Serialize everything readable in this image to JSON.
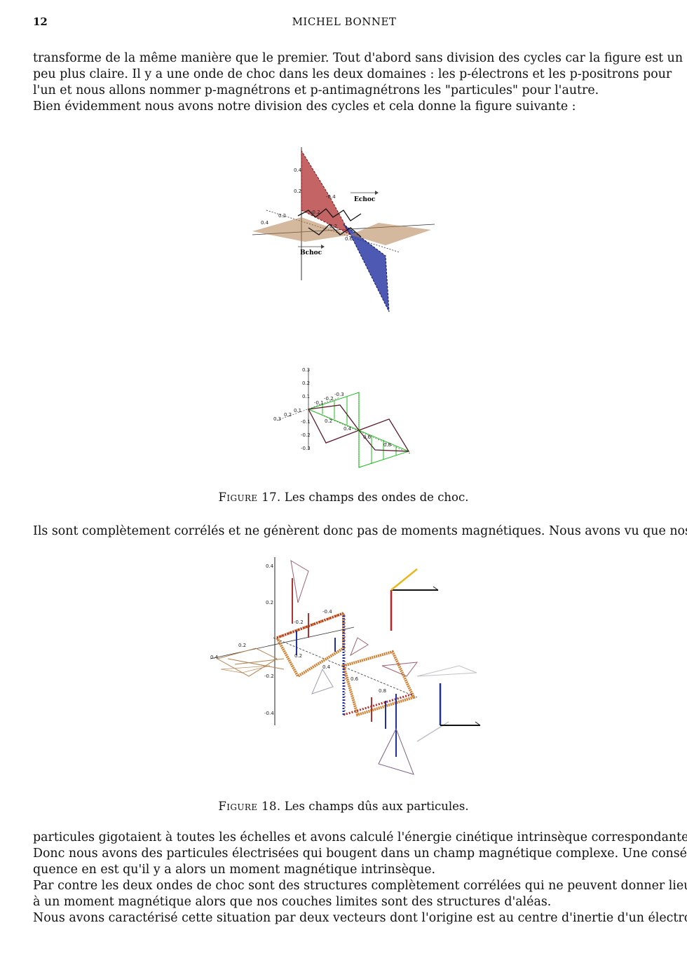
{
  "header": {
    "page_number": "12",
    "running_head": "MICHEL BONNET"
  },
  "paragraph1": [
    "transforme de la même manière que le premier. Tout d'abord sans division des cycles car la figure est un",
    "peu plus claire. Il y a une onde de choc dans les deux domaines : les p-électrons et les p-positrons pour",
    "l'un et nous allons nommer p-magnétrons et p-antimagnétrons les \"particules\" pour l'autre.",
    "Bien évidemment nous avons notre division des cycles et cela donne la figure suivante :"
  ],
  "figure17": {
    "label": "Figure 17.",
    "caption": "Les champs des ondes de choc.",
    "top_plot": {
      "labels": {
        "e": "Echoc",
        "b": "Bchoc"
      },
      "ticks": [
        "0.4",
        "0.2",
        "0.2",
        "0.4",
        "-0.4",
        "-0.2",
        "0.2",
        "0.6"
      ]
    },
    "bottom_plot": {
      "ticks": [
        "0.3",
        "0.2",
        "0.1",
        "-0.1",
        "-0.2",
        "-0.3",
        "0.3",
        "0.2",
        "0.1",
        "-0.1",
        "-0.2",
        "-0.3",
        "0.2",
        "0.4",
        "0.6",
        "0.8"
      ]
    }
  },
  "paragraph2": [
    "Ils sont complètement corrélés et ne génèrent donc pas de moments magnétiques. Nous avons vu que nos"
  ],
  "figure18": {
    "label": "Figure 18.",
    "caption": "Les champs dûs aux particules.",
    "ticks": [
      "0.4",
      "0.2",
      "-0.2",
      "-0.4",
      "0.4",
      "0.2",
      "-0.4",
      "-0.2",
      "0.2",
      "0.4",
      "0.6",
      "0.8"
    ]
  },
  "paragraph3": [
    "particules gigotaient à toutes les échelles et avons calculé l'énergie cinétique intrinsèque correspondante.",
    "Donc nous avons des particules électrisées qui bougent dans un champ magnétique complexe. Une consé-",
    "quence en est qu'il y a alors un moment magnétique intrinsèque.",
    "Par contre les deux ondes de choc sont des structures complètement corrélées qui ne peuvent donner lieu",
    "à un moment magnétique alors que nos couches limites sont des structures d'aléas.",
    "Nous avons caractérisé cette situation par deux vecteurs dont l'origine est au centre d'inertie d'un électron"
  ],
  "colors": {
    "red": "#b03030",
    "blue": "#2030a0",
    "brown": "#b08050",
    "green": "#22bb22",
    "orange": "#d08030",
    "yellow": "#e8b820"
  }
}
